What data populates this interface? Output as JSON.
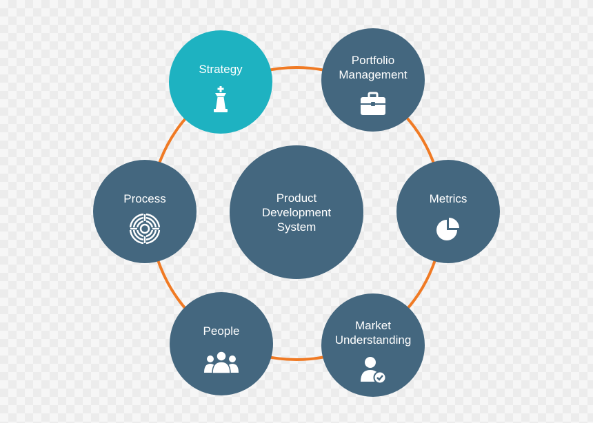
{
  "diagram": {
    "center": {
      "label": "Product\nDevelopment\nSystem"
    },
    "nodes": [
      {
        "id": "strategy",
        "label": "Strategy",
        "icon": "chess-king-icon"
      },
      {
        "id": "portfolio",
        "label": "Portfolio\nManagement",
        "icon": "briefcase-icon"
      },
      {
        "id": "metrics",
        "label": "Metrics",
        "icon": "pie-chart-icon"
      },
      {
        "id": "market",
        "label": "Market\nUnderstanding",
        "icon": "user-check-icon"
      },
      {
        "id": "people",
        "label": "People",
        "icon": "users-group-icon"
      },
      {
        "id": "process",
        "label": "Process",
        "icon": "maze-icon"
      }
    ]
  },
  "colors": {
    "node": "#44677f",
    "accent": "#1eb2c1",
    "ring": "#f07a24",
    "text": "#ffffff"
  }
}
